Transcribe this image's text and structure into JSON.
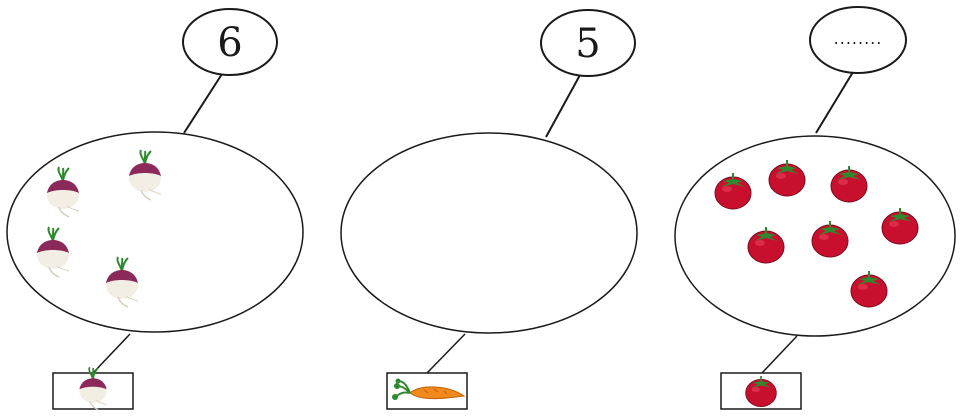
{
  "exercise": {
    "groups": [
      {
        "number": "6",
        "item": "turnip-icon",
        "drawn_count": 4
      },
      {
        "number": "5",
        "item": "carrot-icon",
        "drawn_count": 0
      },
      {
        "number": "........",
        "item": "tomato-icon",
        "drawn_count": 7
      }
    ]
  },
  "colors": {
    "outline": "#1a1a1a",
    "tomato": "#c8102e",
    "leaf": "#2f8a2f",
    "turnip_top": "#8b2a5a",
    "carrot": "#f08a1c"
  }
}
